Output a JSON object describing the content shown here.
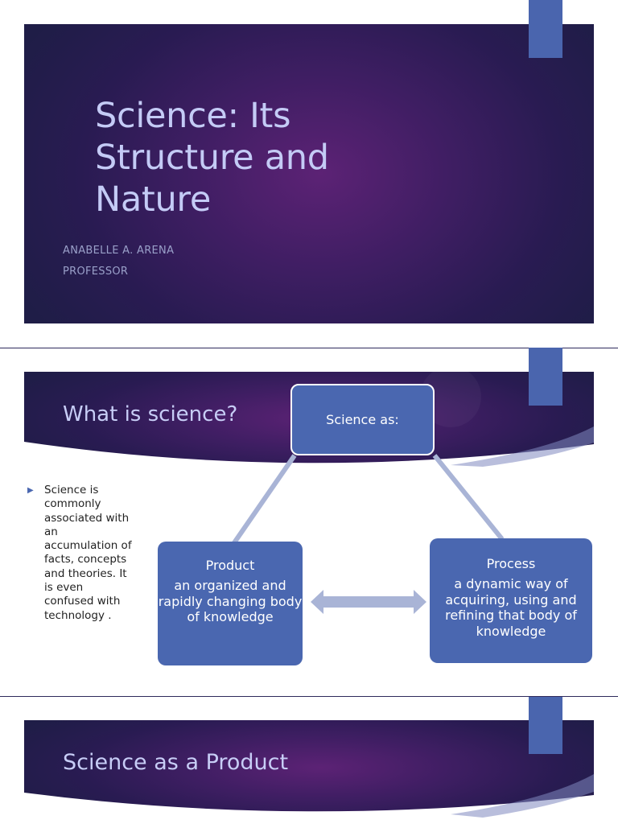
{
  "slide1": {
    "title": "Science: Its Structure and Nature",
    "author": "ANABELLE A. ARENA",
    "role": "PROFESSOR"
  },
  "slide2": {
    "title": "What is science?",
    "bullet": "Science is commonly associated with an accumulation of facts, concepts and theories. It is even confused with technology .",
    "diagram": {
      "top_label": "Science as:",
      "product_head": "Product",
      "product_body": "an organized and rapidly changing body of knowledge",
      "process_head": "Process",
      "process_body": "a dynamic way of acquiring, using and refining that body of knowledge"
    }
  },
  "slide3": {
    "title": "Science as a Product"
  },
  "colors": {
    "accent": "#4a65ae",
    "title_text": "#c4cbf6",
    "node_fill": "#4a67b0",
    "connector": "#a9b4d6"
  }
}
